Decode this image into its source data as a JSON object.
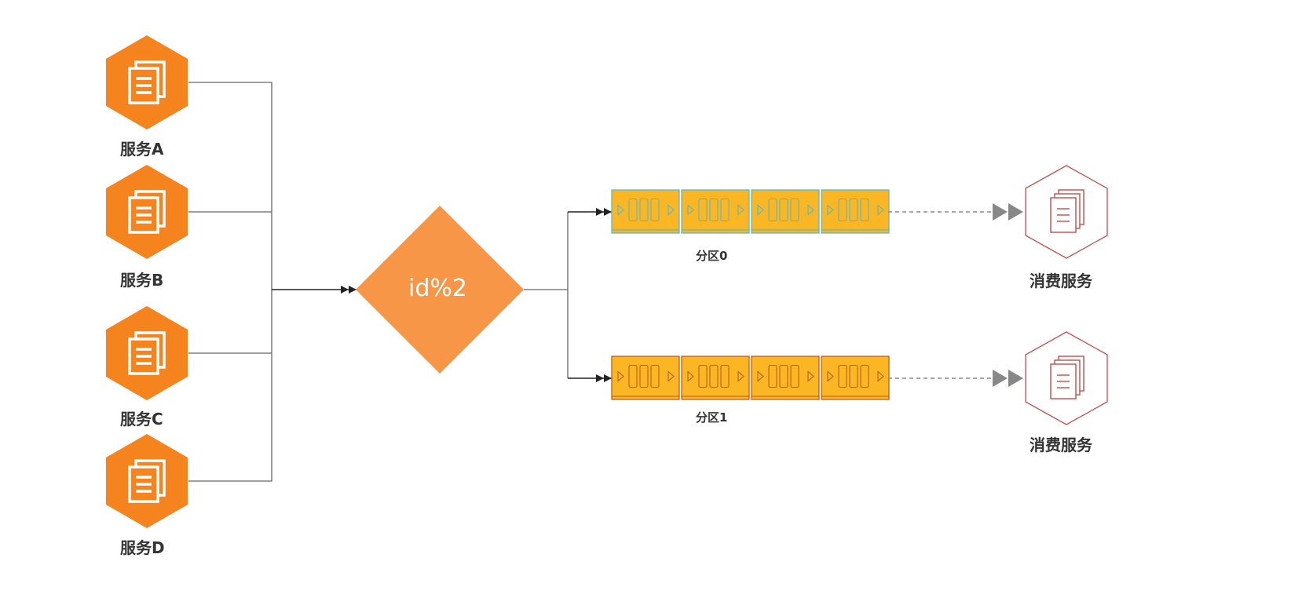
{
  "producers": [
    {
      "label": "服务A"
    },
    {
      "label": "服务B"
    },
    {
      "label": "服务C"
    },
    {
      "label": "服务D"
    }
  ],
  "decision": {
    "label": "id%2"
  },
  "partitions": [
    {
      "label": "分区0",
      "border_color": "#4ab8d8"
    },
    {
      "label": "分区1",
      "border_color": "#b8561e"
    }
  ],
  "consumers": [
    {
      "label": "消费服务"
    },
    {
      "label": "消费服务"
    }
  ],
  "colors": {
    "producer_fill": "#f5841f",
    "decision_fill": "#f79646",
    "queue_fill": "#fbb624",
    "consumer_stroke": "#c0504d",
    "line": "#666666",
    "arrow": "#888888"
  },
  "icons": {
    "producer": "document-stack-icon",
    "consumer": "document-stack-icon",
    "queue_segment": "message-queue-icon"
  }
}
